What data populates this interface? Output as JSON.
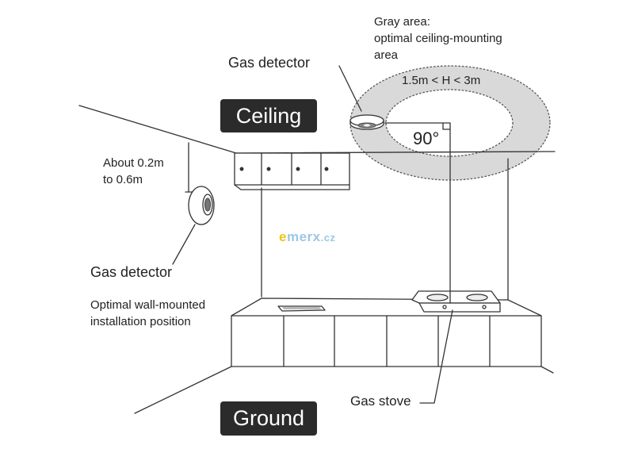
{
  "labels": {
    "gray_area_title": "Gray area:",
    "gray_area_line1": "optimal ceiling-mounting",
    "gray_area_line2": "area",
    "height_range": "1.5m < H < 3m",
    "gas_detector_ceiling": "Gas detector",
    "angle": "90°",
    "ceiling": "Ceiling",
    "distance_line1": "About 0.2m",
    "distance_line2": "to 0.6m",
    "gas_detector_wall": "Gas detector",
    "wall_position_line1": "Optimal wall-mounted",
    "wall_position_line2": "installation position",
    "gas_stove": "Gas stove",
    "ground": "Ground"
  },
  "watermark": {
    "first_letter": "e",
    "rest": "merx",
    "suffix": ".cz"
  },
  "colors": {
    "line": "#333333",
    "gray_area": "#d9d9d9",
    "badge_bg": "#2b2b2b",
    "badge_text": "#ffffff",
    "watermark_yellow": "#f0c419",
    "watermark_blue": "#9cc7e6"
  }
}
